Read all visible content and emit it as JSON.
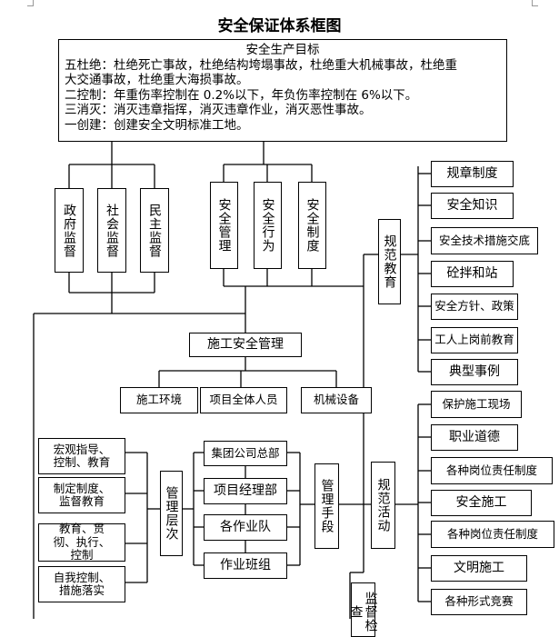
{
  "title": "安全保证体系框图",
  "goal_box": {
    "heading": "安全生产目标",
    "lines": [
      "五杜绝：杜绝死亡事故，杜绝结构垮塌事故，杜绝重大机械事故，杜绝重",
      "大交通事故，杜绝重大海损事故。",
      "二控制：年重伤率控制在 0.2%以下，年负伤率控制在 6%以下。",
      "三消灭：消灭违章指挥，消灭违章作业，消灭恶性事故。",
      "一创建：创建安全文明标准工地。"
    ]
  },
  "supervision": [
    "政府监督",
    "社会监督",
    "民主监督"
  ],
  "safety_core": [
    "安全管理",
    "安全行为",
    "安全制度"
  ],
  "construction_safety": "施工安全管理",
  "construction_items": [
    "施工环境",
    "项目全体人员",
    "机械设备"
  ],
  "management_levels_label": "管理层次",
  "left_items": [
    "宏观指导、控制、教育",
    "制定制度、监督教育",
    "教育、贯彻、执行、控制",
    "自我控制、措施落实"
  ],
  "org_levels": [
    "集团公司总部",
    "项目经理部",
    "各作业队",
    "作业班组"
  ],
  "management_means": "管理手段",
  "standard_education": "规范教育",
  "education_items": [
    "规章制度",
    "安全知识",
    "安全技术措施交底",
    "砼拌和站",
    "安全方针、政策",
    "工人上岗前教育",
    "典型事例"
  ],
  "standard_activities": "规范活动",
  "activity_items": [
    "保护施工现场",
    "职业道德",
    "各种岗位责任制度",
    "安全施工",
    "各种岗位责任制度",
    "文明施工"
  ],
  "supervision_check": "监督检查",
  "competition": "各种形式竞赛"
}
